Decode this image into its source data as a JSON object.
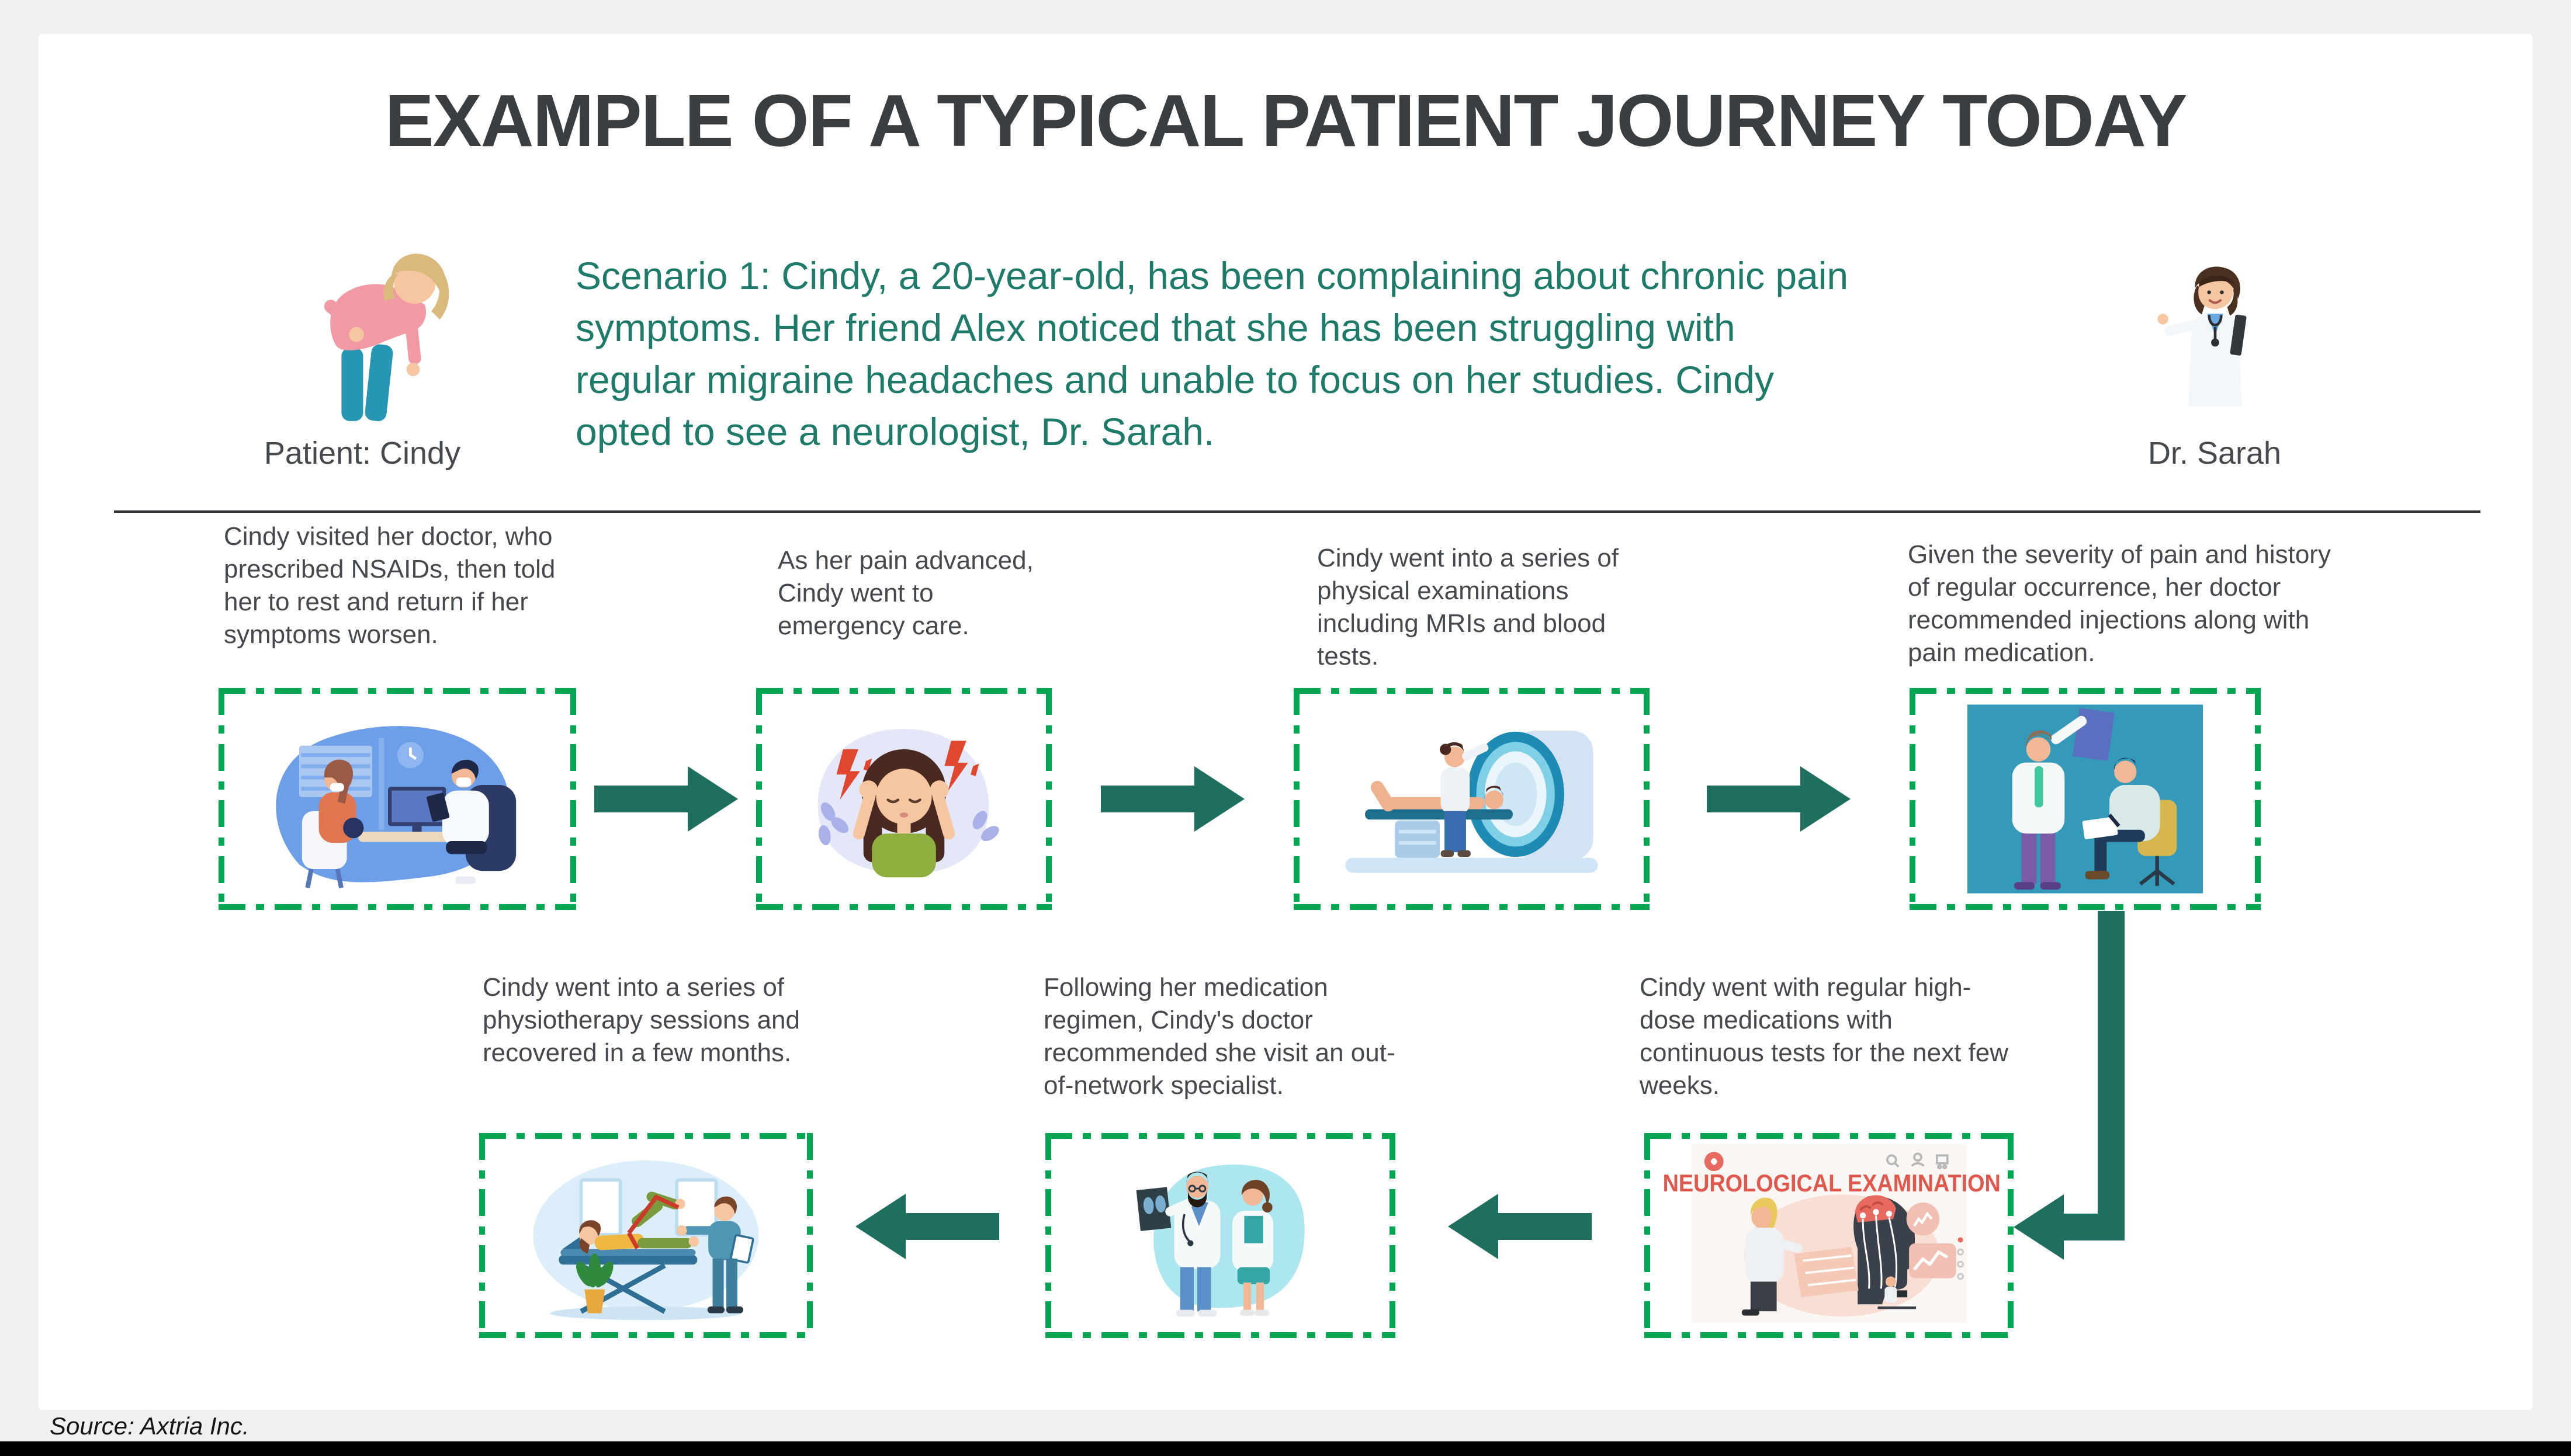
{
  "header": {
    "title": "EXAMPLE OF A TYPICAL PATIENT JOURNEY TODAY",
    "patient_label": "Patient: Cindy",
    "patient_illustration": "woman-with-back-pain-icon",
    "scenario": "Scenario 1: Cindy, a 20-year-old, has been complaining about chronic pain symptoms. Her friend Alex noticed that she has been struggling with regular migraine headaches and unable to focus on her studies. Cindy opted to see a neurologist, Dr. Sarah.",
    "doctor_label": "Dr. Sarah",
    "doctor_illustration": "female-doctor-with-clipboard-icon"
  },
  "steps": [
    {
      "text": "Cindy visited her doctor, who prescribed NSAIDs, then told her to rest and return if her symptoms worsen.",
      "illustration": "doctor-consultation-icon"
    },
    {
      "text": "As her pain advanced, Cindy went to emergency care.",
      "illustration": "migraine-headache-icon"
    },
    {
      "text": "Cindy went into a series of physical examinations including MRIs and blood tests.",
      "illustration": "mri-scan-icon"
    },
    {
      "text": "Given the severity of pain and history of regular occurrence, her doctor recommended injections along with pain medication.",
      "illustration": "doctors-reviewing-xray-icon"
    },
    {
      "text": "Cindy went with regular high-dose medications with continuous tests for the next few weeks.",
      "illustration": "neurological-examination-icon",
      "banner": "NEUROLOGICAL EXAMINATION"
    },
    {
      "text": "Following her medication regimen, Cindy's doctor recommended she visit an out-of-network specialist.",
      "illustration": "specialists-with-xray-icon"
    },
    {
      "text": "Cindy went into a series of physiotherapy sessions and recovered in a few months.",
      "illustration": "physiotherapy-session-icon"
    }
  ],
  "footer": {
    "source": "Source: Axtria Inc."
  },
  "colors": {
    "accent_green": "#00a651",
    "arrow_teal": "#1e6f5e",
    "scenario_teal": "#1f7b69",
    "banner_red": "#e2574c",
    "title_dark": "#3a3e41",
    "text_dark": "#45494d",
    "page_bg": "#eff0f2",
    "card_bg": "#ffffff"
  }
}
